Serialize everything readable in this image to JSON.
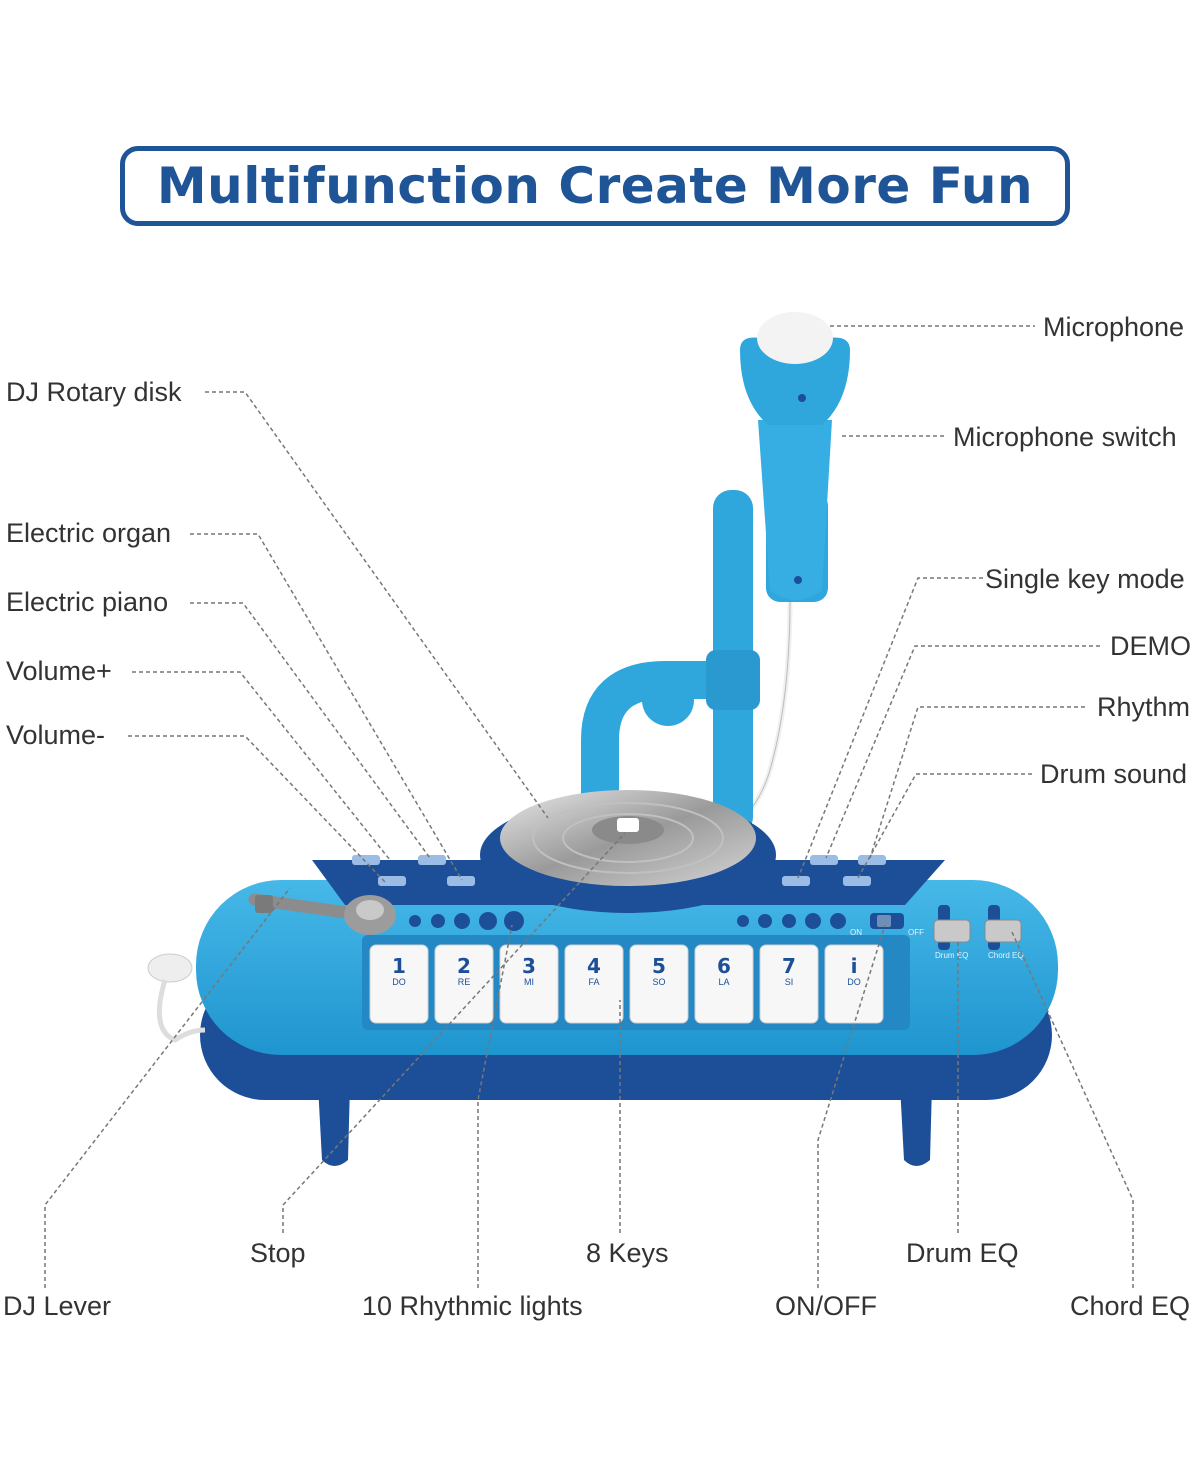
{
  "banner": {
    "title": "Multifunction Create More Fun"
  },
  "callouts": {
    "microphone": "Microphone",
    "microphone_switch": "Microphone switch",
    "dj_rotary_disk": "DJ Rotary disk",
    "electric_organ": "Electric organ",
    "electric_piano": "Electric piano",
    "volume_plus": "Volume+",
    "volume_minus": "Volume-",
    "single_key_mode": "Single key mode",
    "demo": "DEMO",
    "rhythm": "Rhythm",
    "drum_sound": "Drum sound",
    "stop": "Stop",
    "eight_keys": "8 Keys",
    "drum_eq": "Drum EQ",
    "dj_lever": "DJ Lever",
    "rhythmic_lights": "10 Rhythmic lights",
    "on_off": "ON/OFF",
    "chord_eq": "Chord EQ"
  },
  "keys": [
    {
      "num": "1",
      "note": "DO"
    },
    {
      "num": "2",
      "note": "RE"
    },
    {
      "num": "3",
      "note": "MI"
    },
    {
      "num": "4",
      "note": "FA"
    },
    {
      "num": "5",
      "note": "SO"
    },
    {
      "num": "6",
      "note": "LA"
    },
    {
      "num": "7",
      "note": "SI"
    },
    {
      "num": "i",
      "note": "DO"
    }
  ],
  "panel_labels": {
    "volume_minus": "Volume-",
    "volume_plus": "Volume+",
    "electric_piano": "Electric piano",
    "electric_organ": "Electric organ",
    "demo": "DEMO",
    "rhythm": "Rhythm",
    "single_key_mode": "Single key mode",
    "drum_sound": "Drum Sound",
    "on": "ON",
    "off": "OFF",
    "drum_eq": "Drum EQ",
    "chord_eq": "Chord EQ"
  },
  "colors": {
    "brand_blue": "#1f5496",
    "toy_light_blue": "#2fa6dc",
    "toy_dark_blue": "#1d4f99",
    "key_white": "#f7f7f7",
    "leader_line": "#777777"
  }
}
